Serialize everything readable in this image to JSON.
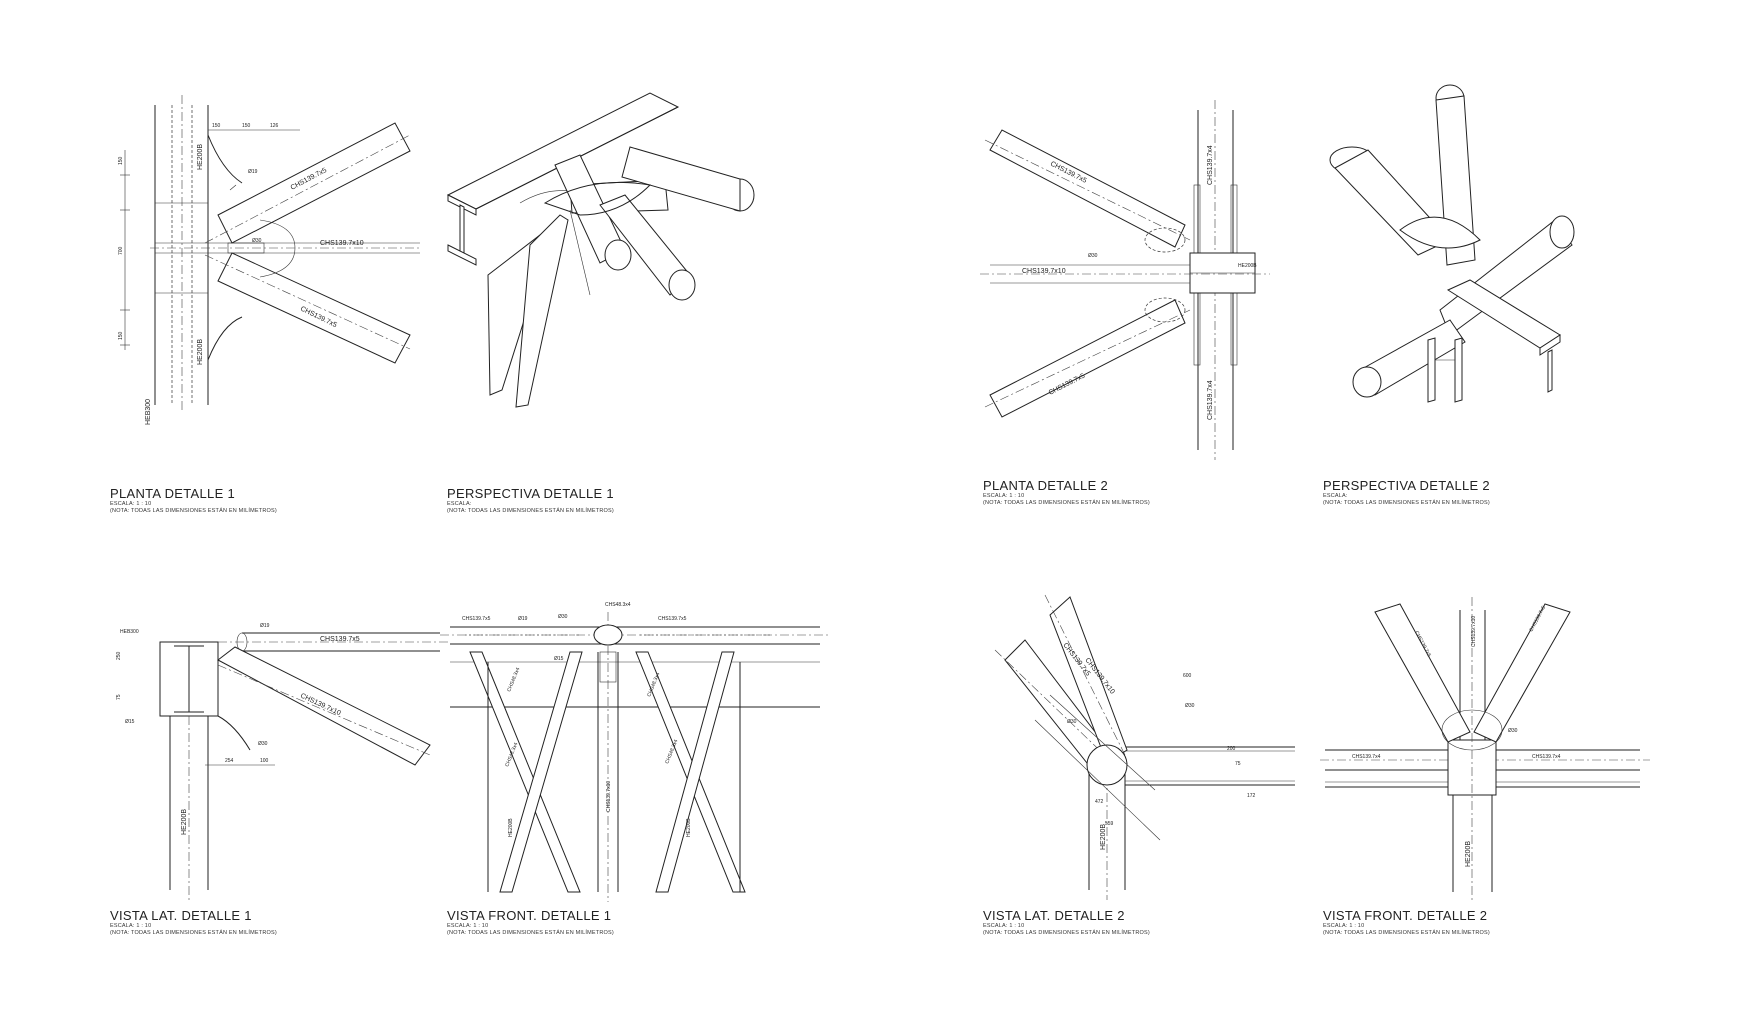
{
  "drawing": {
    "captions": [
      {
        "title": "PLANTA DETALLE 1",
        "scale": "ESCALA:   1 : 10",
        "note": "(NOTA: TODAS LAS DIMENSIONES ESTÁN EN MILÍMETROS)"
      },
      {
        "title": "PERSPECTIVA DETALLE 1",
        "scale": "ESCALA:",
        "note": "(NOTA: TODAS LAS DIMENSIONES ESTÁN EN MILÍMETROS)"
      },
      {
        "title": "PLANTA DETALLE 2",
        "scale": "ESCALA:   1 : 10",
        "note": "(NOTA: TODAS LAS DIMENSIONES ESTÁN EN MILÍMETROS)"
      },
      {
        "title": "PERSPECTIVA DETALLE 2",
        "scale": "ESCALA:",
        "note": "(NOTA: TODAS LAS DIMENSIONES ESTÁN EN MILÍMETROS)"
      },
      {
        "title": "VISTA LAT. DETALLE 1",
        "scale": "ESCALA:   1 : 10",
        "note": "(NOTA: TODAS LAS DIMENSIONES ESTÁN EN MILÍMETROS)"
      },
      {
        "title": "VISTA FRONT. DETALLE 1",
        "scale": "ESCALA:   1 : 10",
        "note": "(NOTA: TODAS LAS DIMENSIONES ESTÁN EN MILÍMETROS)"
      },
      {
        "title": "VISTA LAT. DETALLE 2",
        "scale": "ESCALA:   1 : 10",
        "note": "(NOTA: TODAS LAS DIMENSIONES ESTÁN EN MILÍMETROS)"
      },
      {
        "title": "VISTA FRONT. DETALLE 2",
        "scale": "ESCALA:   1 : 10",
        "note": "(NOTA: TODAS LAS DIMENSIONES ESTÁN EN MILÍMETROS)"
      }
    ],
    "labels": {
      "p1_heb": "HEB300",
      "p1_he_top": "HE200B",
      "p1_he_bot": "HE200B",
      "p1_chs_up": "CHS139.7x5",
      "p1_chs_mid": "CHS139.7x10",
      "p1_chs_low": "CHS139.7x5",
      "p1_d19": "Ø19",
      "p1_d30": "Ø30",
      "p1_dim150a": "150",
      "p1_dim700": "700",
      "p1_dim150b": "150",
      "p1_t1": "150",
      "p1_t2": "150",
      "p1_t3": "126",
      "p3_chs_up": "CHS139.7x5",
      "p3_chs_mid": "CHS139.7x10",
      "p3_chs_low": "CHS139.7x5",
      "p3_chs_vt": "CHS139.7x4",
      "p3_chs_vb": "CHS139.7x4",
      "p3_he": "HE200B",
      "p3_d30": "Ø30",
      "p5_heb": "HEB300",
      "p5_d19": "Ø19",
      "p5_chs_top": "CHS139.7x5",
      "p5_chs_low": "CHS139.7x10",
      "p5_d15": "Ø15",
      "p5_d30": "Ø30",
      "p5_he": "HE200B",
      "p5_dim1": "254",
      "p5_dim2": "100",
      "p5_dim3": "250",
      "p5_dim4": "75",
      "p6_chs_l": "CHS139.7x5",
      "p6_d19": "Ø19",
      "p6_d30": "Ø30",
      "p6_chs_top": "CHS48.3x4",
      "p6_chs_r": "CHS139.7x5",
      "p6_d15": "Ø15",
      "p6_chs_a": "CHS48.3x4",
      "p6_chs_b": "CHS48.3x4",
      "p6_chs_c": "CHS48.3x4",
      "p6_chs_d": "CHS48.3x4",
      "p6_chs_mid": "CHS139.7x10",
      "p6_he_l": "HE200B",
      "p6_he_r": "HE200B",
      "p7_chs_a": "CHS139.7x5",
      "p7_chs_b": "CHS139.7x10",
      "p7_d30a": "Ø30",
      "p7_d30b": "Ø30",
      "p7_he": "HE200B",
      "p7_dim1": "600",
      "p7_dim2": "200",
      "p7_dim3": "472",
      "p7_dim4": "559",
      "p7_dim5": "75",
      "p7_dim6": "172",
      "p8_chs_l": "CHS139.7x5",
      "p8_chs_m": "CHS139.7x10",
      "p8_chs_r": "CHS139.7x5",
      "p8_chs_hl": "CHS139.7x4",
      "p8_chs_hr": "CHS139.7x4",
      "p8_d30": "Ø30",
      "p8_he": "HE200B"
    }
  }
}
